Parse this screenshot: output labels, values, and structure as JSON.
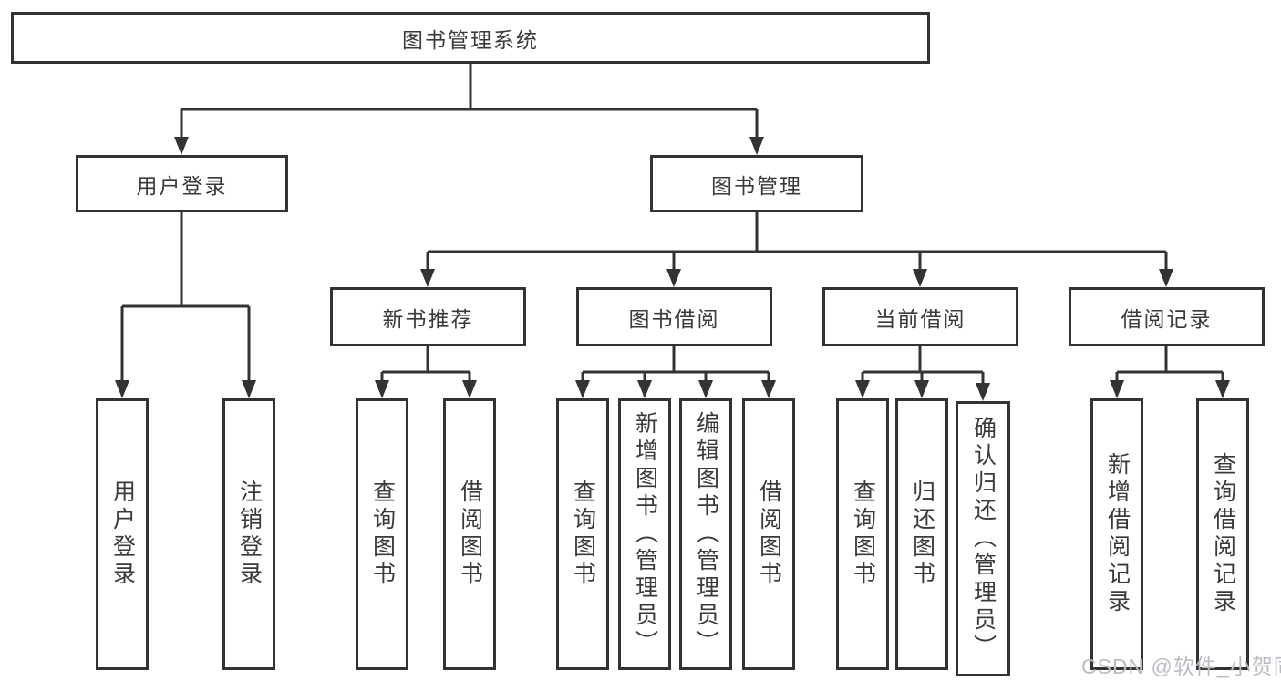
{
  "diagram": {
    "title": "图书管理系统",
    "type": "function-structure-tree",
    "colors": {
      "line": "#333333",
      "box_border": "#333333",
      "box_background": "#ffffff",
      "text": "#3a3a3a",
      "watermark": "#b9bdc3",
      "page_background": "#ffffff"
    },
    "nodes": {
      "root": {
        "label": "图书管理系统"
      },
      "user_login": {
        "label": "用户登录"
      },
      "book_mgmt": {
        "label": "图书管理"
      },
      "new_book_rec": {
        "label": "新书推荐"
      },
      "book_borrow": {
        "label": "图书借阅"
      },
      "current_borrow": {
        "label": "当前借阅"
      },
      "borrow_record": {
        "label": "借阅记录"
      },
      "leaf_user_login": {
        "label": "用户登录"
      },
      "leaf_logout": {
        "label": "注销登录"
      },
      "leaf_query_book_rec": {
        "label": "查询图书"
      },
      "leaf_borrow_book_rec": {
        "label": "借阅图书"
      },
      "leaf_query_book_borrow": {
        "label": "查询图书"
      },
      "leaf_add_book": {
        "label": "新增图书（管理员）"
      },
      "leaf_edit_book": {
        "label": "编辑图书（管理员）"
      },
      "leaf_borrow_book": {
        "label": "借阅图书"
      },
      "leaf_query_book_current": {
        "label": "查询图书"
      },
      "leaf_return_book": {
        "label": "归还图书"
      },
      "leaf_confirm_return": {
        "label": "确认归还（管理员）"
      },
      "leaf_add_borrow_record": {
        "label": "新增借阅记录"
      },
      "leaf_query_borrow_record": {
        "label": "查询借阅记录"
      }
    },
    "hierarchy": {
      "图书管理系统": {
        "用户登录": [
          "用户登录",
          "注销登录"
        ],
        "图书管理": {
          "新书推荐": [
            "查询图书",
            "借阅图书"
          ],
          "图书借阅": [
            "查询图书",
            "新增图书（管理员）",
            "编辑图书（管理员）",
            "借阅图书"
          ],
          "当前借阅": [
            "查询图书",
            "归还图书",
            "确认归还（管理员）"
          ],
          "借阅记录": [
            "新增借阅记录",
            "查询借阅记录"
          ]
        }
      }
    }
  },
  "watermark": {
    "text": "CSDN @软件_小贺同学"
  }
}
